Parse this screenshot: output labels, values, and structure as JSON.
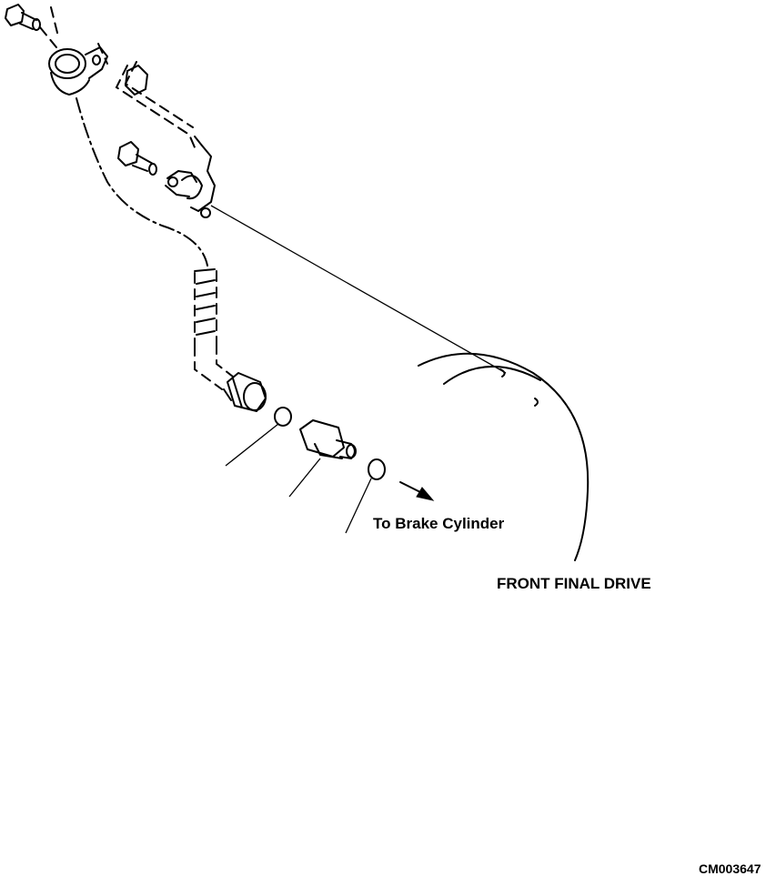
{
  "labels": {
    "to_brake_cylinder": "To Brake Cylinder",
    "front_final_drive": "FRONT FINAL DRIVE",
    "figure_code": "CM003647"
  },
  "colors": {
    "line": "#000000",
    "background": "#ffffff"
  }
}
